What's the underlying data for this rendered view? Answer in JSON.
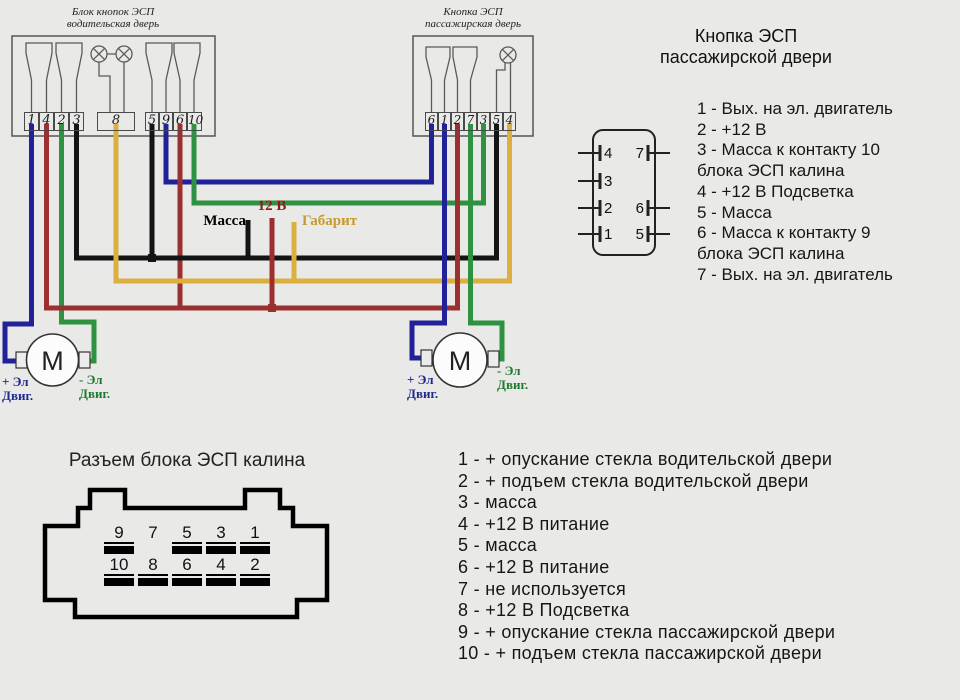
{
  "colors": {
    "background": "#e9e9e7",
    "wire_blue": "#21219a",
    "wire_red": "#9c2f2f",
    "wire_green": "#2f9240",
    "wire_yellow": "#dcaf3f",
    "wire_black": "#141414",
    "label_red": "#8b1a1a",
    "label_gold": "#c79a2f",
    "outline_gray": "#555555"
  },
  "driver_block": {
    "title_line1": "Блок кнопок ЭСП",
    "title_line2": "водительская дверь",
    "pins_left": [
      "1",
      "4",
      "2",
      "3"
    ],
    "pin_center": "8",
    "pins_right": [
      "5",
      "9",
      "6",
      "10"
    ]
  },
  "passenger_block": {
    "title_line1": "Кнопка ЭСП",
    "title_line2": "пассажирская дверь",
    "pins": [
      "6",
      "1",
      "2",
      "7",
      "3",
      "5",
      "4"
    ]
  },
  "bus_labels": {
    "ground": "Масса",
    "power": "12 В",
    "parking_light": "Габарит"
  },
  "motor_labels": {
    "symbol": "M",
    "plus_line1": "+ Эл",
    "plus_line2": "Двиг.",
    "minus_line1": "- Эл",
    "minus_line2": "Двиг."
  },
  "passenger_button_legend": {
    "title_line1": "Кнопка ЭСП",
    "title_line2": "пассажирской двери",
    "connector_pins_left": [
      "4",
      "3",
      "2",
      "1"
    ],
    "connector_pins_right": [
      "7",
      "6",
      "5"
    ],
    "lines": [
      "1 - Вых. на эл. двигатель",
      "2 - +12 В",
      "3 - Масса к контакту 10",
      "блока ЭСП калина",
      "4 - +12 В Подсветка",
      "5 - Масса",
      "6 - Масса к контакту 9",
      "блока ЭСП калина",
      "7 - Вых. на эл. двигатель"
    ]
  },
  "kalina_connector": {
    "title": "Разъем блока ЭСП калина",
    "row_top": [
      "9",
      "7",
      "5",
      "3",
      "1"
    ],
    "row_bottom": [
      "10",
      "8",
      "6",
      "4",
      "2"
    ]
  },
  "kalina_legend": {
    "lines": [
      "1 - + опускание стекла водительской двери",
      "2 - + подъем стекла водительской двери",
      "3 - масса",
      "4 - +12 В питание",
      "5 - масса",
      "6 - +12 В питание",
      "7 - не используется",
      "8 - +12 В Подсветка",
      "9 - + опускание стекла пассажирской двери",
      "10 - + подъем стекла пассажирской двери"
    ]
  }
}
